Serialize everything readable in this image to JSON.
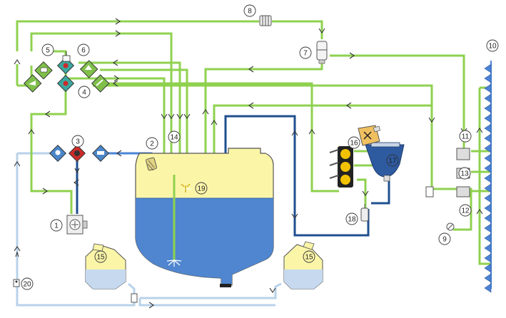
{
  "diagram": {
    "callouts": [
      "1",
      "2",
      "3",
      "4",
      "5",
      "6",
      "7",
      "8",
      "9",
      "10",
      "11",
      "12",
      "13",
      "14",
      "15",
      "15",
      "16",
      "17",
      "18",
      "19",
      "20"
    ],
    "colors": {
      "green_line": "#8fd14f",
      "light_blue_line": "#b8d2ea",
      "dark_blue_line": "#1f4f8f",
      "tank_top": "#fbf5a8",
      "tank_bottom": "#4f86cf",
      "tank_outline": "#555555",
      "nozzle_bar": "#4b83d6",
      "diamond_green": "#7fbf4a",
      "diamond_red": "#cc2a2a",
      "diamond_blue": "#4a86c9"
    },
    "icons": [
      "pump-icon",
      "filter-icon",
      "valve-icon",
      "pressure-gauge-icon",
      "rinse-tank-icon",
      "chemical-inductor-icon",
      "nozzle-bar-icon",
      "manometer-icon",
      "jerrycan-icon",
      "agitator-icon"
    ]
  }
}
